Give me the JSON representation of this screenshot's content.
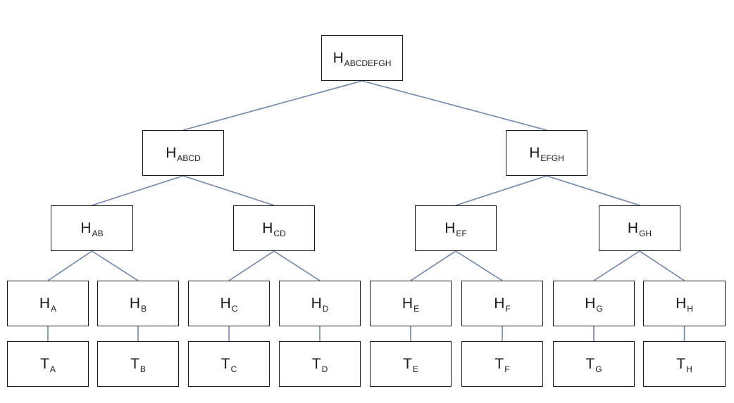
{
  "colors": {
    "edge": "#6f86a6",
    "box_border": "#1a1a1a",
    "text": "#1a1a1a",
    "background": "#ffffff"
  },
  "nodes": {
    "root": {
      "base": "H",
      "sub": "ABCDEFGH"
    },
    "h_abcd": {
      "base": "H",
      "sub": "ABCD"
    },
    "h_efgh": {
      "base": "H",
      "sub": "EFGH"
    },
    "h_ab": {
      "base": "H",
      "sub": "AB"
    },
    "h_cd": {
      "base": "H",
      "sub": "CD"
    },
    "h_ef": {
      "base": "H",
      "sub": "EF"
    },
    "h_gh": {
      "base": "H",
      "sub": "GH"
    },
    "h_a": {
      "base": "H",
      "sub": "A"
    },
    "h_b": {
      "base": "H",
      "sub": "B"
    },
    "h_c": {
      "base": "H",
      "sub": "C"
    },
    "h_d": {
      "base": "H",
      "sub": "D"
    },
    "h_e": {
      "base": "H",
      "sub": "E"
    },
    "h_f": {
      "base": "H",
      "sub": "F"
    },
    "h_g": {
      "base": "H",
      "sub": "G"
    },
    "h_h": {
      "base": "H",
      "sub": "H"
    },
    "t_a": {
      "base": "T",
      "sub": "A"
    },
    "t_b": {
      "base": "T",
      "sub": "B"
    },
    "t_c": {
      "base": "T",
      "sub": "C"
    },
    "t_d": {
      "base": "T",
      "sub": "D"
    },
    "t_e": {
      "base": "T",
      "sub": "E"
    },
    "t_f": {
      "base": "T",
      "sub": "F"
    },
    "t_g": {
      "base": "T",
      "sub": "G"
    },
    "t_h": {
      "base": "T",
      "sub": "H"
    }
  },
  "edges": [
    [
      "root",
      "h_abcd"
    ],
    [
      "root",
      "h_efgh"
    ],
    [
      "h_abcd",
      "h_ab"
    ],
    [
      "h_abcd",
      "h_cd"
    ],
    [
      "h_efgh",
      "h_ef"
    ],
    [
      "h_efgh",
      "h_gh"
    ],
    [
      "h_ab",
      "h_a"
    ],
    [
      "h_ab",
      "h_b"
    ],
    [
      "h_cd",
      "h_c"
    ],
    [
      "h_cd",
      "h_d"
    ],
    [
      "h_ef",
      "h_e"
    ],
    [
      "h_ef",
      "h_f"
    ],
    [
      "h_gh",
      "h_g"
    ],
    [
      "h_gh",
      "h_h"
    ],
    [
      "h_a",
      "t_a"
    ],
    [
      "h_b",
      "t_b"
    ],
    [
      "h_c",
      "t_c"
    ],
    [
      "h_d",
      "t_d"
    ],
    [
      "h_e",
      "t_e"
    ],
    [
      "h_f",
      "t_f"
    ],
    [
      "h_g",
      "t_g"
    ],
    [
      "h_h",
      "t_h"
    ]
  ]
}
